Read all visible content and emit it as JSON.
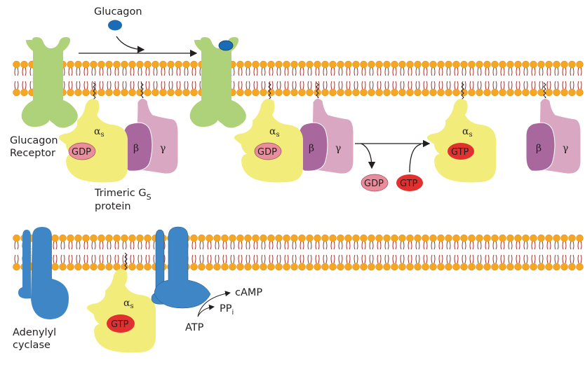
{
  "labels": {
    "glucagon": "Glucagon",
    "receptor_line1": "Glucagon",
    "receptor_line2": "Receptor",
    "trimeric_line1": "Trimeric G",
    "trimeric_sub": "S",
    "trimeric_line2": "protein",
    "alpha": "α",
    "alpha_sub": "s",
    "beta": "β",
    "gamma": "γ",
    "gdp": "GDP",
    "gtp": "GTP",
    "adenylyl_line1": "Adenylyl",
    "adenylyl_line2": "cyclase",
    "camp": "cAMP",
    "ppi": "PP",
    "ppi_sub": "i",
    "atp": "ATP"
  },
  "colors": {
    "receptor": "#aed27a",
    "alpha_subunit": "#f2ec7a",
    "beta_subunit": "#a8689e",
    "gamma_subunit": "#d9a7c1",
    "gdp": "#e88d9c",
    "gtp": "#e0302f",
    "glucagon": "#1a6cb5",
    "adenylyl_cyclase": "#3f86c6",
    "lipid_head": "#f5a623",
    "lipid_tail": "#a0312c"
  }
}
